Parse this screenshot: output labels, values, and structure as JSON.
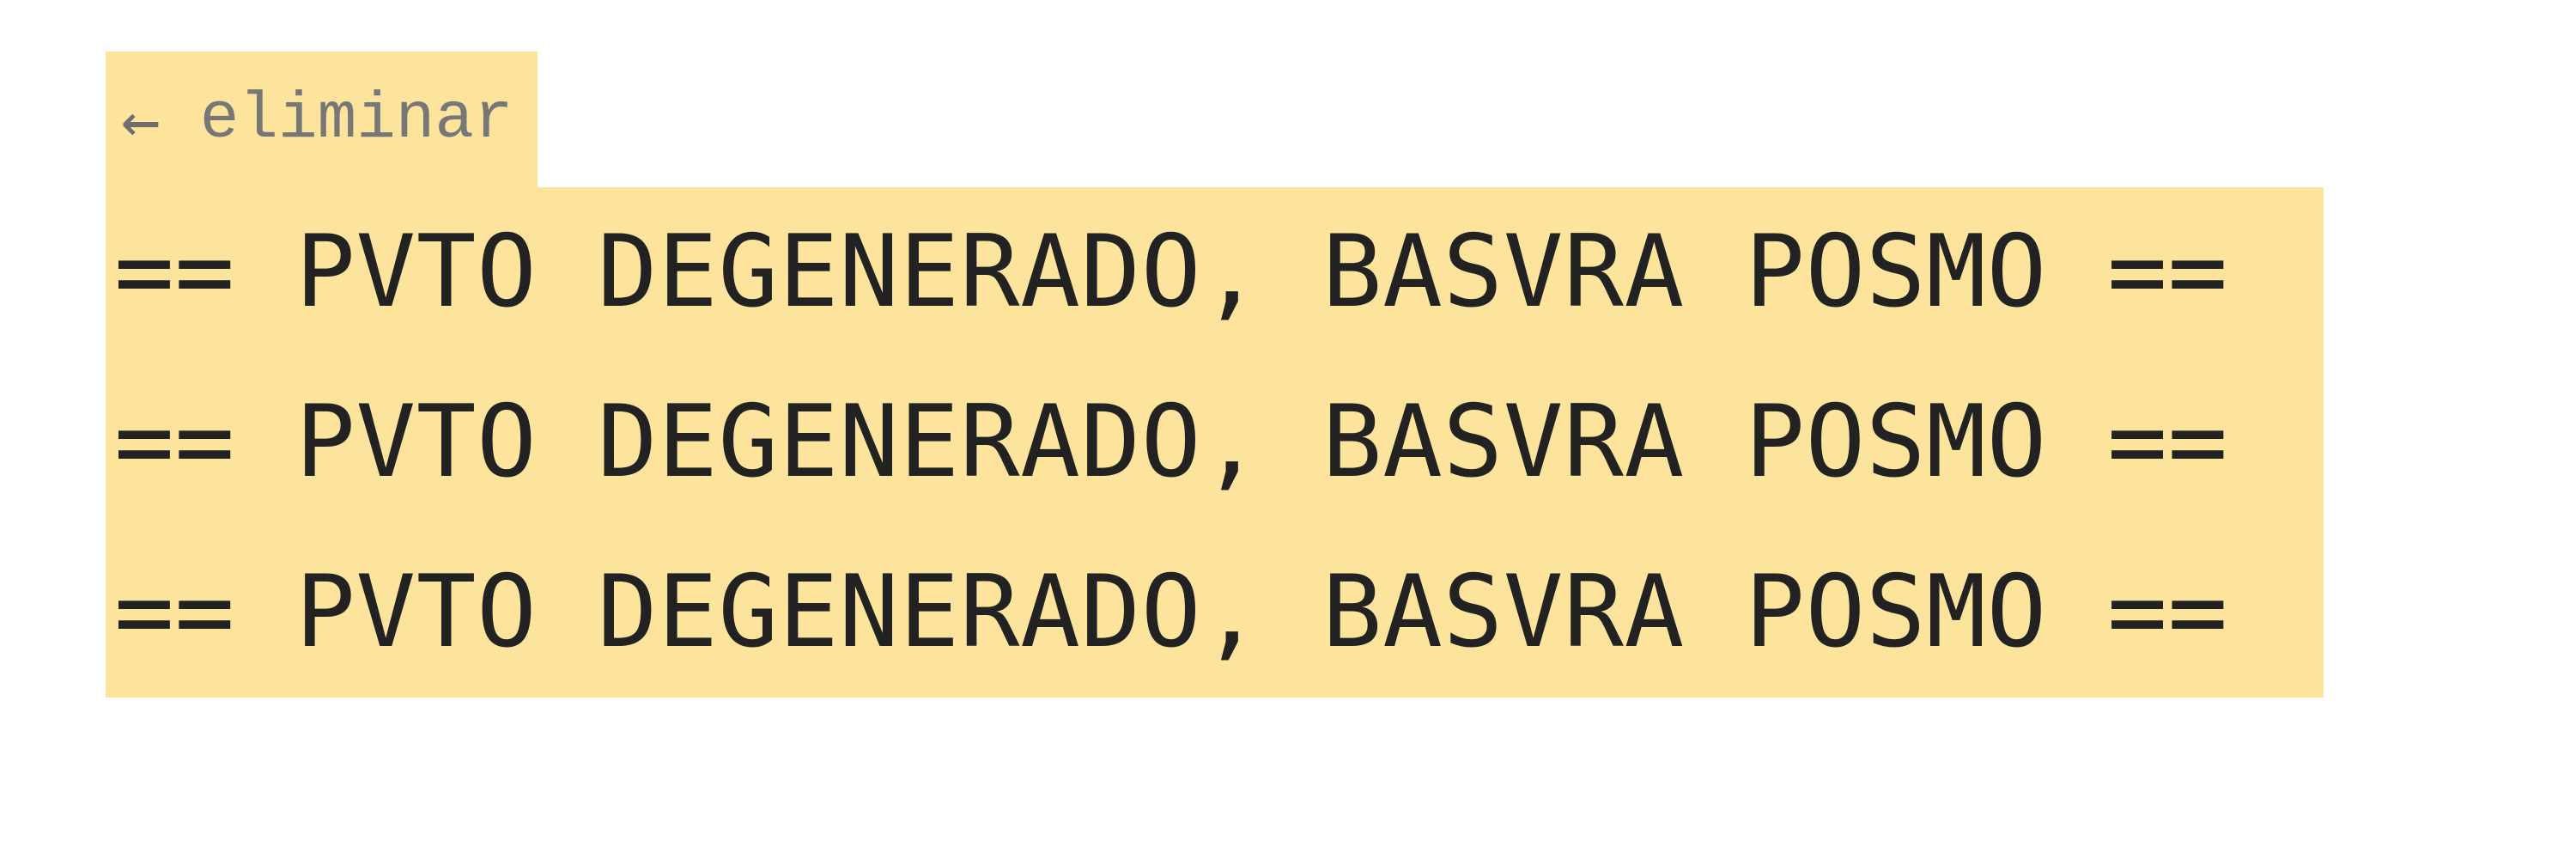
{
  "remove_tag": {
    "arrow_icon": "left-arrow-icon",
    "label": "eliminar"
  },
  "message": {
    "lines": [
      "== PVTO DEGENERADO, BASVRA POSMO ==",
      "== PVTO DEGENERADO, BASVRA POSMO ==",
      "== PVTO DEGENERADO, BASVRA POSMO =="
    ]
  },
  "colors": {
    "highlight": "#fde49c",
    "text": "#222222",
    "muted_text": "#777777"
  }
}
